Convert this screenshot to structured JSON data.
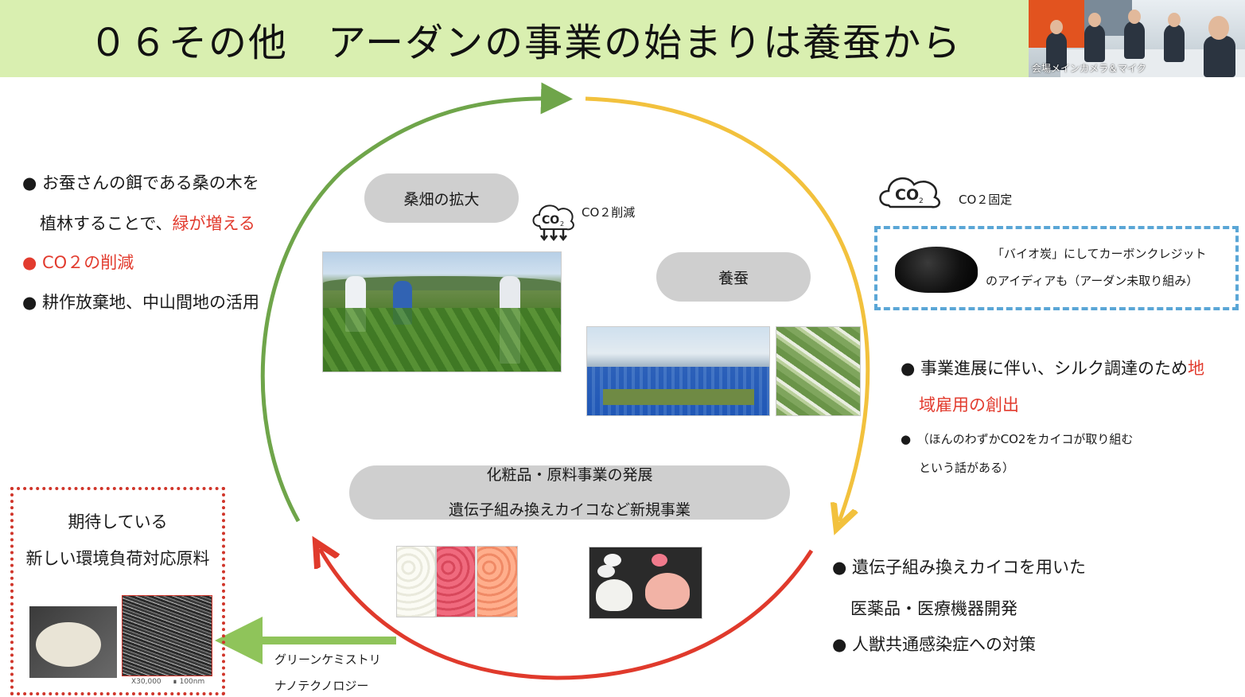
{
  "header": {
    "title": "０６その他　アーダンの事業の始まりは養蚕から",
    "camera_label": "会場メインカメラ＆マイク"
  },
  "cycle": {
    "pill_mulberry": "桑畑の拡大",
    "pill_sericulture": "養蚕",
    "pill_cosmetics_line1": "化粧品・原料事業の発展",
    "pill_cosmetics_line2": "遺伝子組み換えカイコなど新規事業",
    "co2_reduce_label": "CO２削減",
    "co2_fix_label": "CO２固定",
    "co2_icon_text": "CO",
    "co2_icon_sub": "2"
  },
  "left_points": {
    "line1": "お蚕さんの餌である桑の木を",
    "line2_prefix": "植林することで、",
    "line2_red": "緑が増える",
    "line3": "CO２の削減",
    "line4": "耕作放棄地、中山間地の活用"
  },
  "biochar_box": {
    "line1": "「バイオ炭」にしてカーボンクレジット",
    "line2": "のアイディアも（アーダン未取り組み）"
  },
  "right_points": {
    "line1_prefix": "事業進展に伴い、シルク調達のため",
    "line1_red": "地",
    "line2_red": "域雇用の創出",
    "sub1": "（ほんのわずかCO2をカイコが取り組む",
    "sub2": "という話がある）"
  },
  "bottom_right_points": {
    "line1": "遺伝子組み換えカイコを用いた",
    "line2": "医薬品・医療機器開発",
    "line3": "人獣共通感染症への対策"
  },
  "expectation_box": {
    "line1": "期待している",
    "line2": "新しい環境負荷対応原料",
    "sem_scale": "X30,000",
    "sem_bar": "100nm"
  },
  "green_arrow_labels": {
    "line1": "グリーンケミストリ",
    "line2": "ナノテクノロジー"
  },
  "colors": {
    "header_bg": "#d9efb0",
    "arc_green": "#6fa54a",
    "arc_yellow": "#f2c13d",
    "arc_red": "#e03a2c",
    "arrow_light_green": "#8fc45a",
    "emphasis_red": "#e23b2e",
    "pill_gray": "#cfcfcf",
    "box_blue": "#5aa6d6"
  }
}
